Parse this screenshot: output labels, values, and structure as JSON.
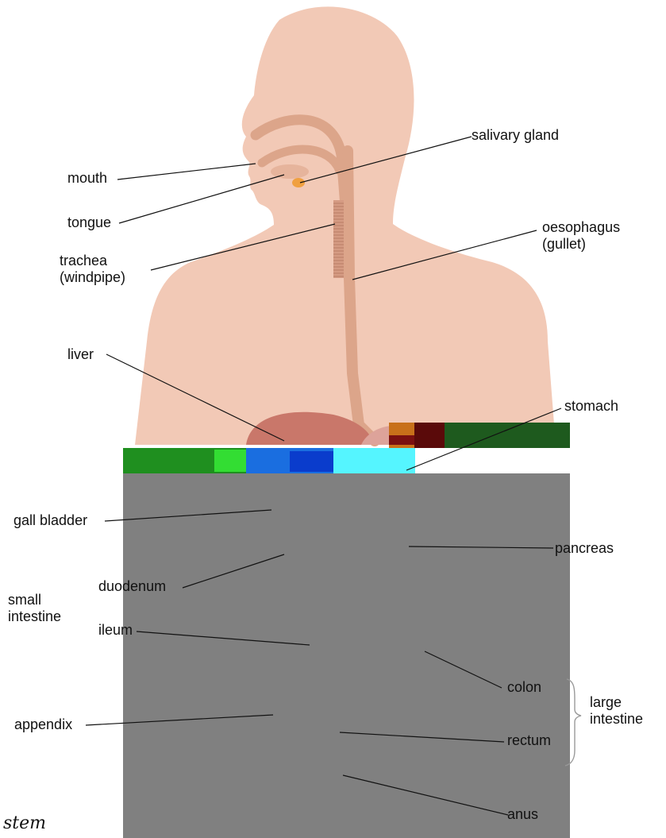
{
  "labels": {
    "mouth": "mouth",
    "tongue": "tongue",
    "trachea": "trachea\n(windpipe)",
    "salivary_gland": "salivary gland",
    "oesophagus": "oesophagus\n(gullet)",
    "liver": "liver",
    "stomach": "stomach",
    "gall_bladder": "gall bladder",
    "pancreas": "pancreas",
    "duodenum": "duodenum",
    "small_intestine": "small\nintestine",
    "ileum": "ileum",
    "colon": "colon",
    "large_intestine": "large\nintestine",
    "appendix": "appendix",
    "rectum": "rectum",
    "anus": "anus"
  },
  "caption_fragment": "stem",
  "colors": {
    "skin": "#f2c9b6",
    "tract": "#dca58a",
    "liver": "#c9776a",
    "salivary_gland": "#f0a040",
    "occlusion_gray": "#808080",
    "leader_line": "#111111"
  }
}
